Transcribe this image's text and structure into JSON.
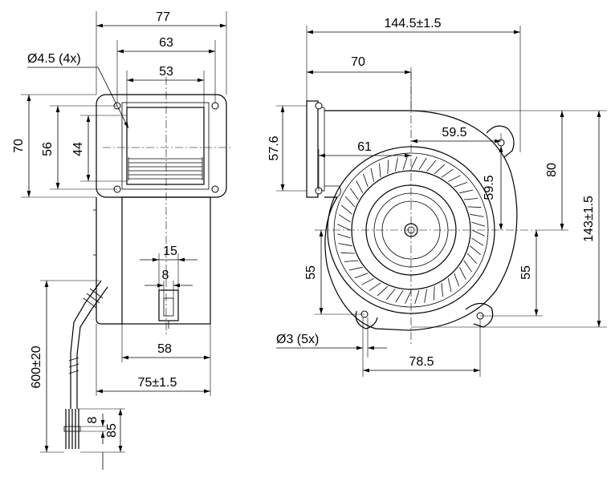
{
  "side_view": {
    "dim_77": "77",
    "dim_63": "63",
    "dim_53": "53",
    "dim_hole": "Ø4.5 (4x)",
    "dim_70": "70",
    "dim_56": "56",
    "dim_44": "44",
    "dim_15": "15",
    "dim_8_conn": "8",
    "dim_58": "58",
    "dim_75": "75±1.5",
    "dim_600": "600±20",
    "dim_8_wire": "8",
    "dim_85": "85"
  },
  "front_view": {
    "dim_144": "144.5±1.5",
    "dim_70": "70",
    "dim_57": "57.6",
    "dim_61": "61",
    "dim_59h": "59.5",
    "dim_59v": "59.5",
    "dim_80": "80",
    "dim_143": "143±1.5",
    "dim_55_left": "55",
    "dim_55_right": "55",
    "dim_hole": "Ø3 (5x)",
    "dim_78": "78.5"
  }
}
